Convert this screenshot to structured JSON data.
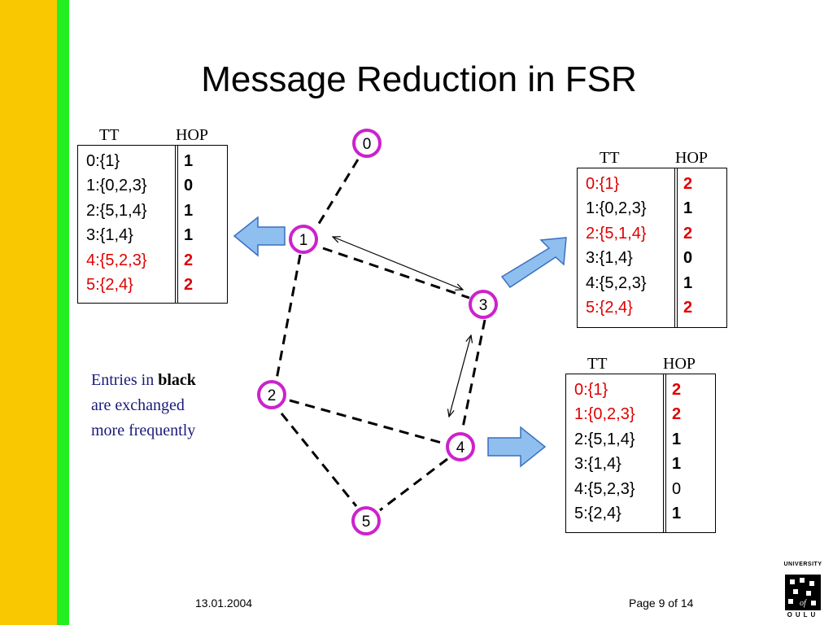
{
  "title": "Message Reduction in FSR",
  "colors": {
    "node_border": "#cc22cc",
    "red_entry": "#e00000",
    "arrow_fill": "#8fbfef",
    "arrow_stroke": "#3a6fc0",
    "sidebar_yellow": "#f9c800",
    "sidebar_green": "#22ee22"
  },
  "nodes": [
    "0",
    "1",
    "2",
    "3",
    "4",
    "5"
  ],
  "tables": {
    "node1": {
      "tt_header": "TT",
      "hop_header": "HOP",
      "rows": [
        {
          "tt": "0:{1}",
          "hop": "1",
          "red": false,
          "hop_bold": true
        },
        {
          "tt": "1:{0,2,3}",
          "hop": "0",
          "red": false,
          "hop_bold": true
        },
        {
          "tt": "2:{5,1,4}",
          "hop": "1",
          "red": false,
          "hop_bold": true
        },
        {
          "tt": "3:{1,4}",
          "hop": "1",
          "red": false,
          "hop_bold": true
        },
        {
          "tt": "4:{5,2,3}",
          "hop": "2",
          "red": true,
          "hop_bold": true
        },
        {
          "tt": "5:{2,4}",
          "hop": "2",
          "red": true,
          "hop_bold": true
        }
      ]
    },
    "node3": {
      "tt_header": "TT",
      "hop_header": "HOP",
      "rows": [
        {
          "tt": "0:{1}",
          "hop": "2",
          "red": true,
          "hop_bold": true
        },
        {
          "tt": "1:{0,2,3}",
          "hop": "1",
          "red": false,
          "hop_bold": true
        },
        {
          "tt": "2:{5,1,4}",
          "hop": "2",
          "red": true,
          "hop_bold": true
        },
        {
          "tt": "3:{1,4}",
          "hop": "0",
          "red": false,
          "hop_bold": true
        },
        {
          "tt": "4:{5,2,3}",
          "hop": "1",
          "red": false,
          "hop_bold": true
        },
        {
          "tt": "5:{2,4}",
          "hop": "2",
          "red": true,
          "hop_bold": true
        }
      ]
    },
    "node4": {
      "tt_header": "TT",
      "hop_header": "HOP",
      "rows": [
        {
          "tt": "0:{1}",
          "hop": "2",
          "red": true,
          "hop_bold": true
        },
        {
          "tt": "1:{0,2,3}",
          "hop": "2",
          "red": true,
          "hop_bold": true
        },
        {
          "tt": "2:{5,1,4}",
          "hop": "1",
          "red": false,
          "hop_bold": true
        },
        {
          "tt": "3:{1,4}",
          "hop": "1",
          "red": false,
          "hop_bold": true
        },
        {
          "tt": "4:{5,2,3}",
          "hop": "0",
          "red": false,
          "hop_bold": false
        },
        {
          "tt": "5:{2,4}",
          "hop": "1",
          "red": false,
          "hop_bold": true
        }
      ]
    }
  },
  "note": {
    "prefix": "Entries in ",
    "bold": "black",
    "line2": "are exchanged",
    "line3": "more frequently"
  },
  "footer": {
    "date": "13.01.2004",
    "page": "Page 9 of 14"
  },
  "logo": {
    "top_line1": "UNIVERSITY",
    "of": "of",
    "bottom": "OULU"
  }
}
